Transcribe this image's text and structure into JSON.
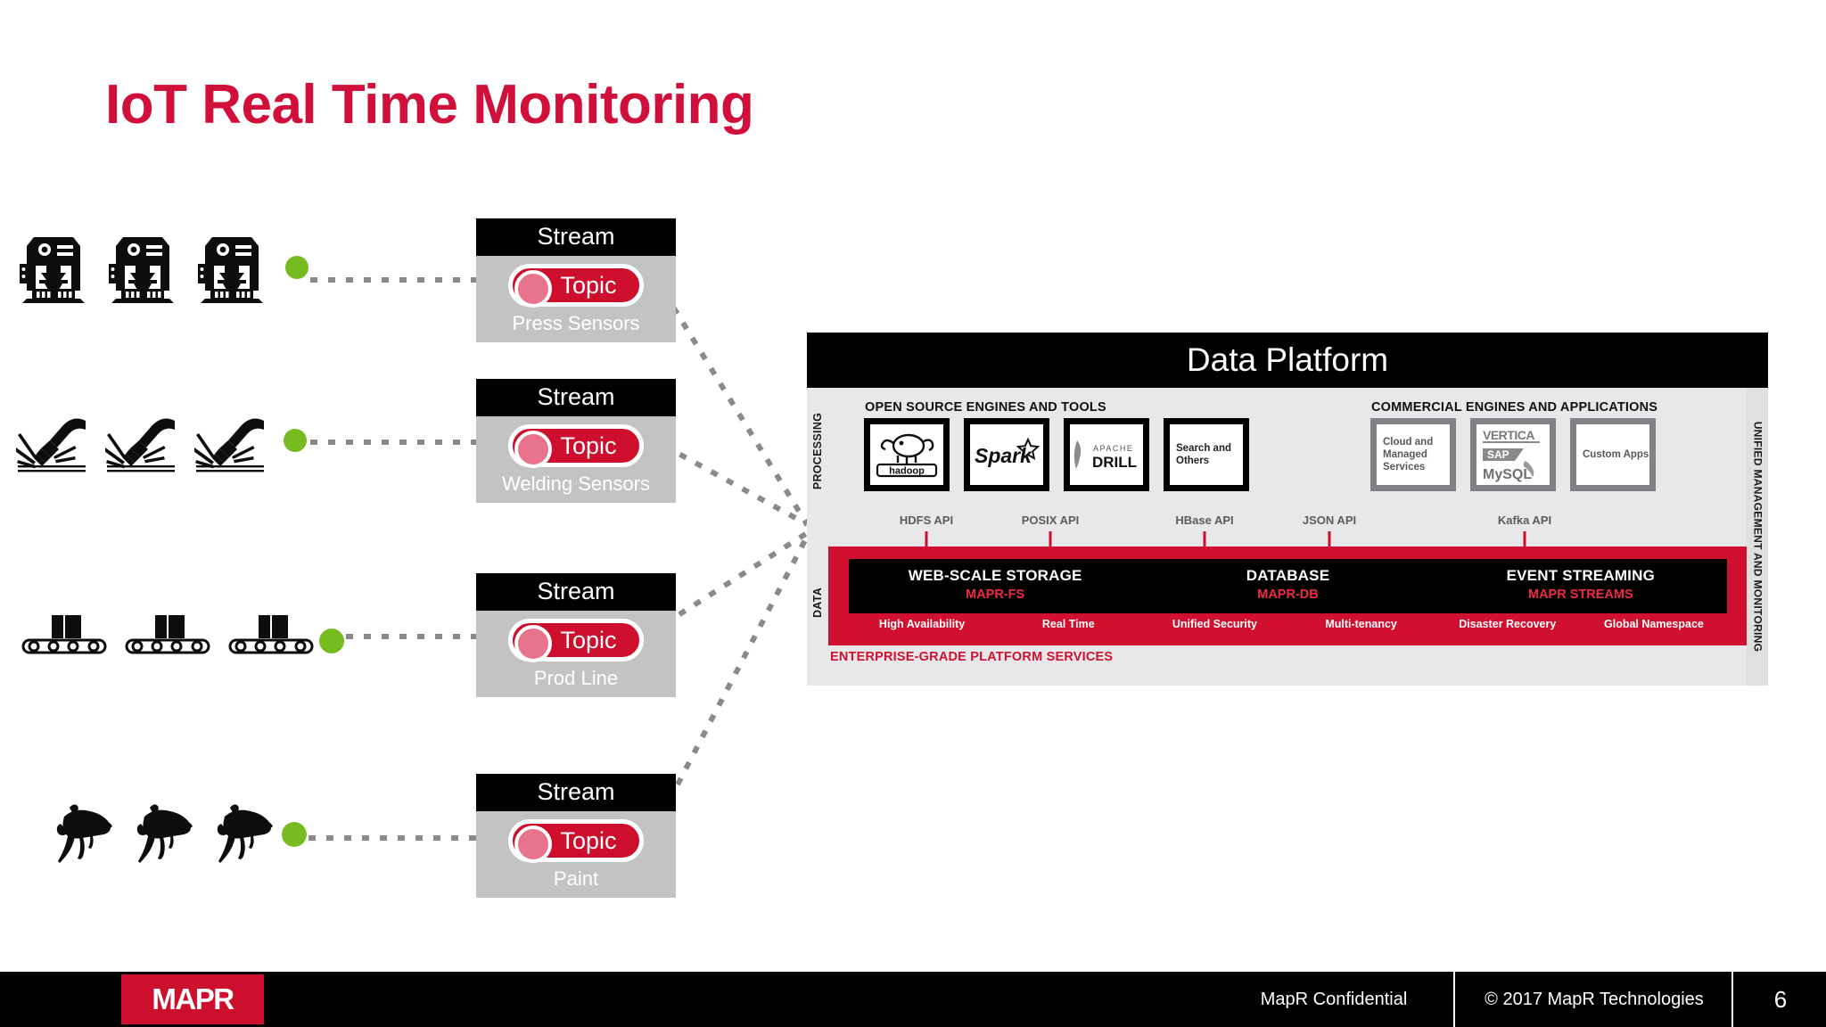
{
  "slide": {
    "title": "IoT Real Time Monitoring",
    "accent_red": "#d0103a",
    "topic_red": "#ce0e2d",
    "green_dot": "#76bc21"
  },
  "sensor_groups": [
    {
      "icon": "press-machine-icon",
      "count": 3,
      "connector": "green-dot-connector"
    },
    {
      "icon": "welding-torch-icon",
      "count": 3,
      "connector": "green-dot-connector"
    },
    {
      "icon": "conveyor-belt-icon",
      "count": 3,
      "connector": "green-dot-connector"
    },
    {
      "icon": "spray-gun-icon",
      "count": 3,
      "connector": "green-dot-connector"
    }
  ],
  "streams": [
    {
      "header": "Stream",
      "topic": "Topic",
      "caption": "Press Sensors"
    },
    {
      "header": "Stream",
      "topic": "Topic",
      "caption": "Welding Sensors"
    },
    {
      "header": "Stream",
      "topic": "Topic",
      "caption": "Prod Line"
    },
    {
      "header": "Stream",
      "topic": "Topic",
      "caption": "Paint"
    }
  ],
  "platform": {
    "title": "Data Platform",
    "section_open_source": "OPEN SOURCE ENGINES AND TOOLS",
    "section_commercial": "COMMERCIAL ENGINES AND APPLICATIONS",
    "rail_processing": "PROCESSING",
    "rail_data": "DATA",
    "rail_unified": "UNIFIED MANAGEMENT AND MONITORING",
    "open_source_tiles": [
      {
        "name": "hadoop-logo",
        "label": ""
      },
      {
        "name": "spark-logo",
        "label": ""
      },
      {
        "name": "apache-drill-logo",
        "label": ""
      },
      {
        "name": "search-and-others-tile",
        "label": "Search and Others"
      }
    ],
    "commercial_tiles": [
      {
        "name": "cloud-managed-services-tile",
        "label": "Cloud and Managed Services"
      },
      {
        "name": "vertica-sap-mysql-logos",
        "label": ""
      },
      {
        "name": "custom-apps-tile",
        "label": "Custom Apps"
      }
    ],
    "apis": [
      "HDFS API",
      "POSIX API",
      "HBase API",
      "JSON API",
      "Kafka API"
    ],
    "core_components": [
      {
        "title": "WEB-SCALE STORAGE",
        "product": "MAPR-FS"
      },
      {
        "title": "DATABASE",
        "product": "MAPR-DB"
      },
      {
        "title": "EVENT STREAMING",
        "product": "MAPR STREAMS"
      }
    ],
    "features": [
      "High Availability",
      "Real Time",
      "Unified Security",
      "Multi-tenancy",
      "Disaster Recovery",
      "Global Namespace"
    ],
    "enterprise_line": "ENTERPRISE-GRADE PLATFORM SERVICES"
  },
  "footer": {
    "logo": "MAPR",
    "confidential": "MapR Confidential",
    "copyright": "© 2017 MapR Technologies",
    "page_number": "6"
  }
}
